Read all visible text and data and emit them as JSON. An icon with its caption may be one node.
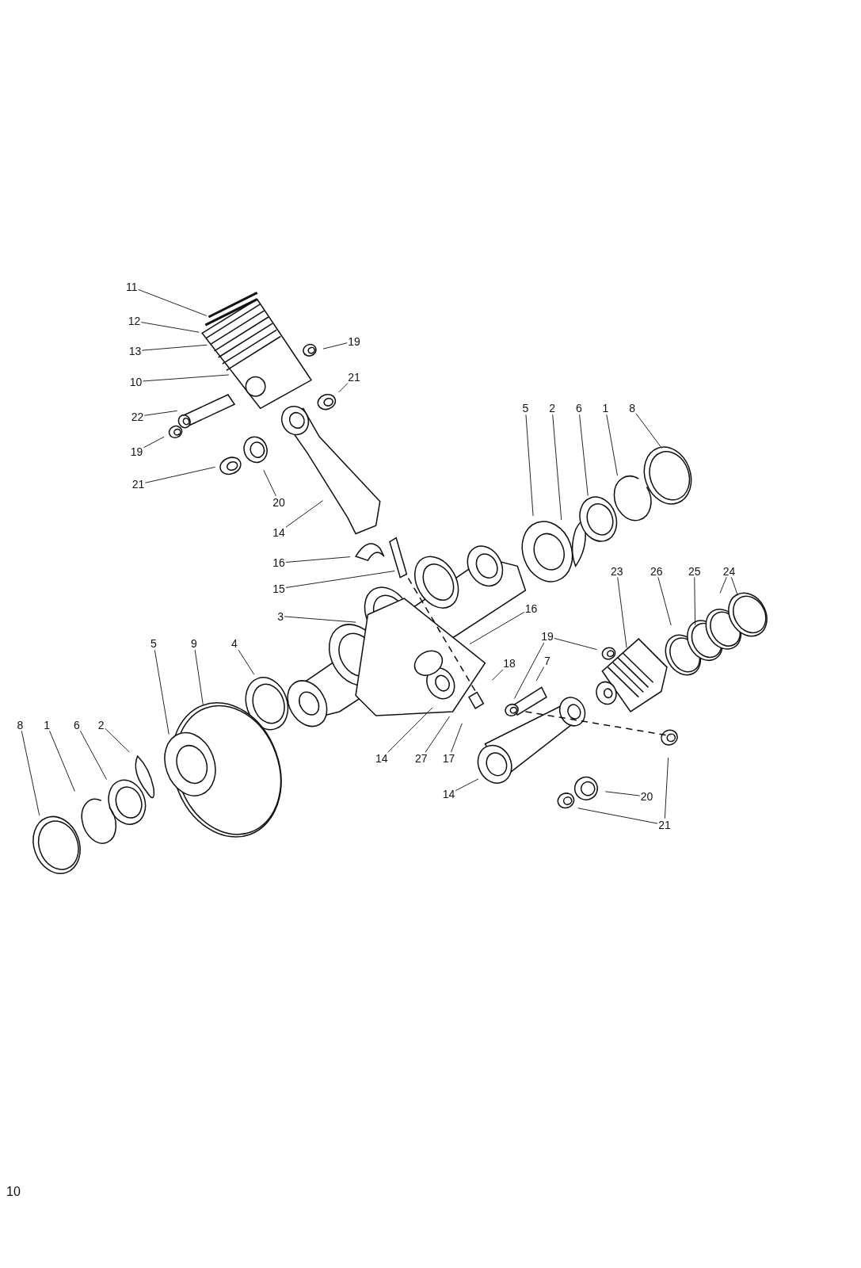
{
  "diagram": {
    "nodes": [
      {
        "text": [
          "11"
        ]
      },
      {
        "text": [
          "12"
        ]
      },
      {
        "text": [
          "13"
        ]
      },
      {
        "text": [
          "10"
        ]
      },
      {
        "text": [
          "19"
        ]
      },
      {
        "text": [
          "21"
        ]
      },
      {
        "text": [
          "22"
        ]
      },
      {
        "text": [
          "19"
        ]
      },
      {
        "text": [
          "21"
        ]
      },
      {
        "text": [
          "20"
        ]
      },
      {
        "text": [
          "14"
        ]
      },
      {
        "text": [
          "5"
        ]
      },
      {
        "text": [
          "2"
        ]
      },
      {
        "text": [
          "6"
        ]
      },
      {
        "text": [
          "1"
        ]
      },
      {
        "text": [
          "8"
        ]
      },
      {
        "text": [
          "16"
        ]
      },
      {
        "text": [
          "15"
        ]
      },
      {
        "text": [
          "23"
        ]
      },
      {
        "text": [
          "26"
        ]
      },
      {
        "text": [
          "25"
        ]
      },
      {
        "text": [
          "24"
        ]
      },
      {
        "text": [
          "3"
        ]
      },
      {
        "text": [
          "16"
        ]
      },
      {
        "text": [
          "5"
        ]
      },
      {
        "text": [
          "9"
        ]
      },
      {
        "text": [
          "4"
        ]
      },
      {
        "text": [
          "19"
        ]
      },
      {
        "text": [
          "18"
        ]
      },
      {
        "text": [
          "7"
        ]
      },
      {
        "text": [
          "8"
        ]
      },
      {
        "text": [
          "1"
        ]
      },
      {
        "text": [
          "6"
        ]
      },
      {
        "text": [
          "2"
        ]
      },
      {
        "text": [
          "14"
        ]
      },
      {
        "text": [
          "27"
        ]
      },
      {
        "text": [
          "17"
        ]
      },
      {
        "text": [
          "14"
        ]
      },
      {
        "text": [
          "20"
        ]
      },
      {
        "text": [
          "21"
        ]
      }
    ],
    "edges": [
      {
        "from": 0,
        "to": null,
        "arrow": "none"
      },
      {
        "from": 1,
        "to": null,
        "arrow": "none"
      },
      {
        "from": 2,
        "to": null,
        "arrow": "none"
      },
      {
        "from": 3,
        "to": null,
        "arrow": "none"
      },
      {
        "from": 4,
        "to": null,
        "arrow": "none"
      },
      {
        "from": 5,
        "to": null,
        "arrow": "none"
      },
      {
        "from": 6,
        "to": null,
        "arrow": "none"
      },
      {
        "from": 7,
        "to": null,
        "arrow": "none"
      },
      {
        "from": 8,
        "to": null,
        "arrow": "none"
      },
      {
        "from": 9,
        "to": null,
        "arrow": "none"
      },
      {
        "from": 10,
        "to": null,
        "arrow": "none"
      },
      {
        "from": 11,
        "to": null,
        "arrow": "none"
      },
      {
        "from": 12,
        "to": null,
        "arrow": "none"
      },
      {
        "from": 13,
        "to": null,
        "arrow": "none"
      },
      {
        "from": 14,
        "to": null,
        "arrow": "none"
      },
      {
        "from": 15,
        "to": null,
        "arrow": "none"
      },
      {
        "from": 16,
        "to": null,
        "arrow": "none"
      },
      {
        "from": 17,
        "to": null,
        "arrow": "none"
      },
      {
        "from": 18,
        "to": null,
        "arrow": "none"
      },
      {
        "from": 19,
        "to": null,
        "arrow": "none"
      },
      {
        "from": 20,
        "to": null,
        "arrow": "none"
      },
      {
        "from": 21,
        "to": null,
        "arrow": "none"
      },
      {
        "from": 21,
        "to": null,
        "arrow": "none"
      },
      {
        "from": 22,
        "to": null,
        "arrow": "none"
      },
      {
        "from": 23,
        "to": null,
        "arrow": "none"
      },
      {
        "from": 24,
        "to": null,
        "arrow": "none"
      },
      {
        "from": 25,
        "to": null,
        "arrow": "none"
      },
      {
        "from": 26,
        "to": null,
        "arrow": "none"
      },
      {
        "from": 27,
        "to": null,
        "arrow": "none"
      },
      {
        "from": 27,
        "to": null,
        "arrow": "none"
      },
      {
        "from": 28,
        "to": null,
        "arrow": "none"
      },
      {
        "from": 29,
        "to": null,
        "arrow": "none"
      },
      {
        "from": 30,
        "to": null,
        "arrow": "none"
      },
      {
        "from": 31,
        "to": null,
        "arrow": "none"
      },
      {
        "from": 32,
        "to": null,
        "arrow": "none"
      },
      {
        "from": 33,
        "to": null,
        "arrow": "none"
      },
      {
        "from": 34,
        "to": null,
        "arrow": "none"
      },
      {
        "from": 35,
        "to": null,
        "arrow": "none"
      },
      {
        "from": 36,
        "to": null,
        "arrow": "none"
      },
      {
        "from": 37,
        "to": null,
        "arrow": "none"
      },
      {
        "from": 38,
        "to": null,
        "arrow": "none"
      },
      {
        "from": 39,
        "to": null,
        "arrow": "none"
      },
      {
        "from": 39,
        "to": null,
        "arrow": "none"
      }
    ],
    "labels": [
      "10"
    ]
  }
}
